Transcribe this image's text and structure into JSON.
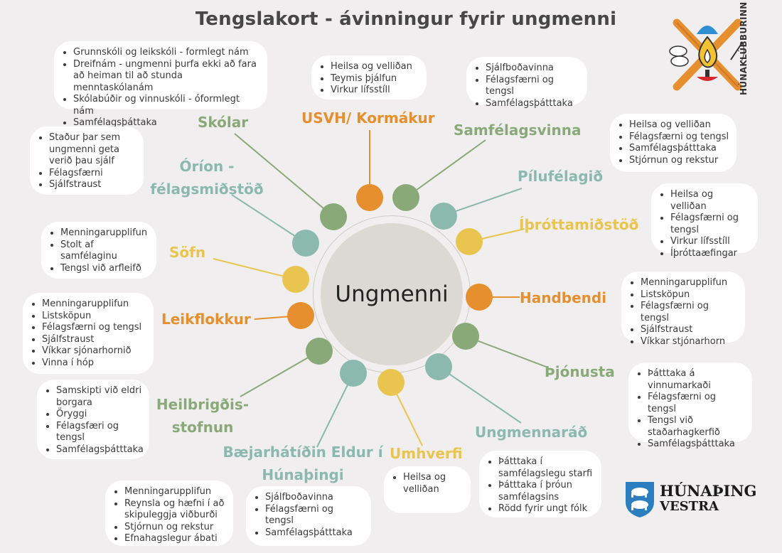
{
  "title": "Tengslakort - ávinningur fyrir ungmenni",
  "center_label": "Ungmenni",
  "colors": {
    "green": "#8aa978",
    "teal": "#8bb9ad",
    "orange": "#e58f2e",
    "yellow": "#e9c550",
    "background": "#f0eeee"
  },
  "logos": {
    "club_name": "HÚNAKLÚBBURINN",
    "municipality_line1": "HÚNAÞING",
    "municipality_line2": "VESTRA"
  },
  "nodes": [
    {
      "id": "skolar",
      "label": "Skólar",
      "color": "green",
      "benefits": [
        "Grunnskóli og leikskóli - formlegt nám",
        "Dreifnám - ungmenni þurfa ekki að fara að heiman til að stunda menntaskólanám",
        "Skólabúðir og vinnuskóli - óformlegt nám",
        "Samfélagsþáttaka"
      ]
    },
    {
      "id": "usvh",
      "label": "USVH/ Kormákur",
      "color": "orange",
      "benefits": [
        "Heilsa og velliðan",
        "Teymis þjálfun",
        "Virkur lífsstíll"
      ]
    },
    {
      "id": "samfelagsvinna",
      "label": "Samfélagsvinna",
      "color": "green",
      "benefits": [
        "Sjálfboðavinna",
        "Félagsfærni og tengsl",
        "Samfélagsþátttaka"
      ]
    },
    {
      "id": "pilufelagid",
      "label": "Pílufélagið",
      "color": "teal",
      "benefits": [
        "Heilsa og velliðan",
        "Félagsfærni og tengsl",
        "Samfélagsþátttaka",
        "Stjórnun og rekstur"
      ]
    },
    {
      "id": "ithrottamidstod",
      "label": "Íþróttamiðstöð",
      "color": "yellow",
      "benefits": [
        "Heilsa og velliðan",
        "Félagsfærni og tengsl",
        "Virkur lífsstíll",
        "Íþróttaæfingar"
      ]
    },
    {
      "id": "handbendi",
      "label": "Handbendi",
      "color": "orange",
      "benefits": [
        "Menningarupplifun",
        "Listsköpun",
        "Félagsfærni og tengsl",
        "Sjálfstraust",
        "Víkkar stjónarhorn"
      ]
    },
    {
      "id": "thjonusta",
      "label": "Þjónusta",
      "color": "green",
      "benefits": [
        "Þátttaka á vinnumarkaði",
        "Félagsfærni og tengsl",
        "Tengsl við staðarhagkerfið",
        "Samfélagsþátttaka"
      ]
    },
    {
      "id": "ungmennarad",
      "label": "Ungmennaráð",
      "color": "teal",
      "benefits": [
        "Þátttaka í samfélagslegu starfi",
        "Þátttaka í þróun samfélagsins",
        "Rödd fyrir ungt fólk"
      ]
    },
    {
      "id": "umhverfi",
      "label": "Umhverfi",
      "color": "yellow",
      "benefits": [
        "Heilsa og velliðan"
      ]
    },
    {
      "id": "baejarhatidin",
      "label": "Bæjarhátíðin Eldur í Húnaþingi",
      "color": "teal",
      "benefits": [
        "Sjálfboðavinna",
        "Félagsfærni og tengsl",
        "Samfélagsþátttaka"
      ]
    },
    {
      "id": "heilbrigdisstofnun",
      "label": "Heilbrigðis-stofnun",
      "color": "green",
      "benefits": [
        "Menningarupplifun",
        "Reynsla og hæfni í að skipuleggja viðburði",
        "Stjórnun og rekstur",
        "Efnahagslegur ábati"
      ]
    },
    {
      "id": "leikflokkur",
      "label": "Leikflokkur",
      "color": "orange",
      "benefits": [
        "Samskipti við eldri borgara",
        "Öryggi",
        "Félagsfæri og tengsl",
        "Samfélagsþátttaka"
      ]
    },
    {
      "id": "sofn",
      "label": "Söfn",
      "color": "yellow",
      "benefits": [
        "Menningarupplifun",
        "Listsköpun",
        "Félagsfærni og tengsl",
        "Sjálfstraust",
        "Víkkar sjónarhornið",
        "Vinna í hóp"
      ]
    },
    {
      "id": "orion",
      "label": "Óríon - félagsmiðstöð",
      "color": "teal",
      "benefits": [
        "Menningarupplifun",
        "Stolt af samfélaginu",
        "Tengsl við arfleifð"
      ]
    },
    {
      "id": "orion2",
      "label": "",
      "color": "teal",
      "benefits": [
        "Staður þar sem ungmenni geta verið þau sjálf",
        "Félagsfærni",
        "Sjálfstraust"
      ]
    }
  ]
}
